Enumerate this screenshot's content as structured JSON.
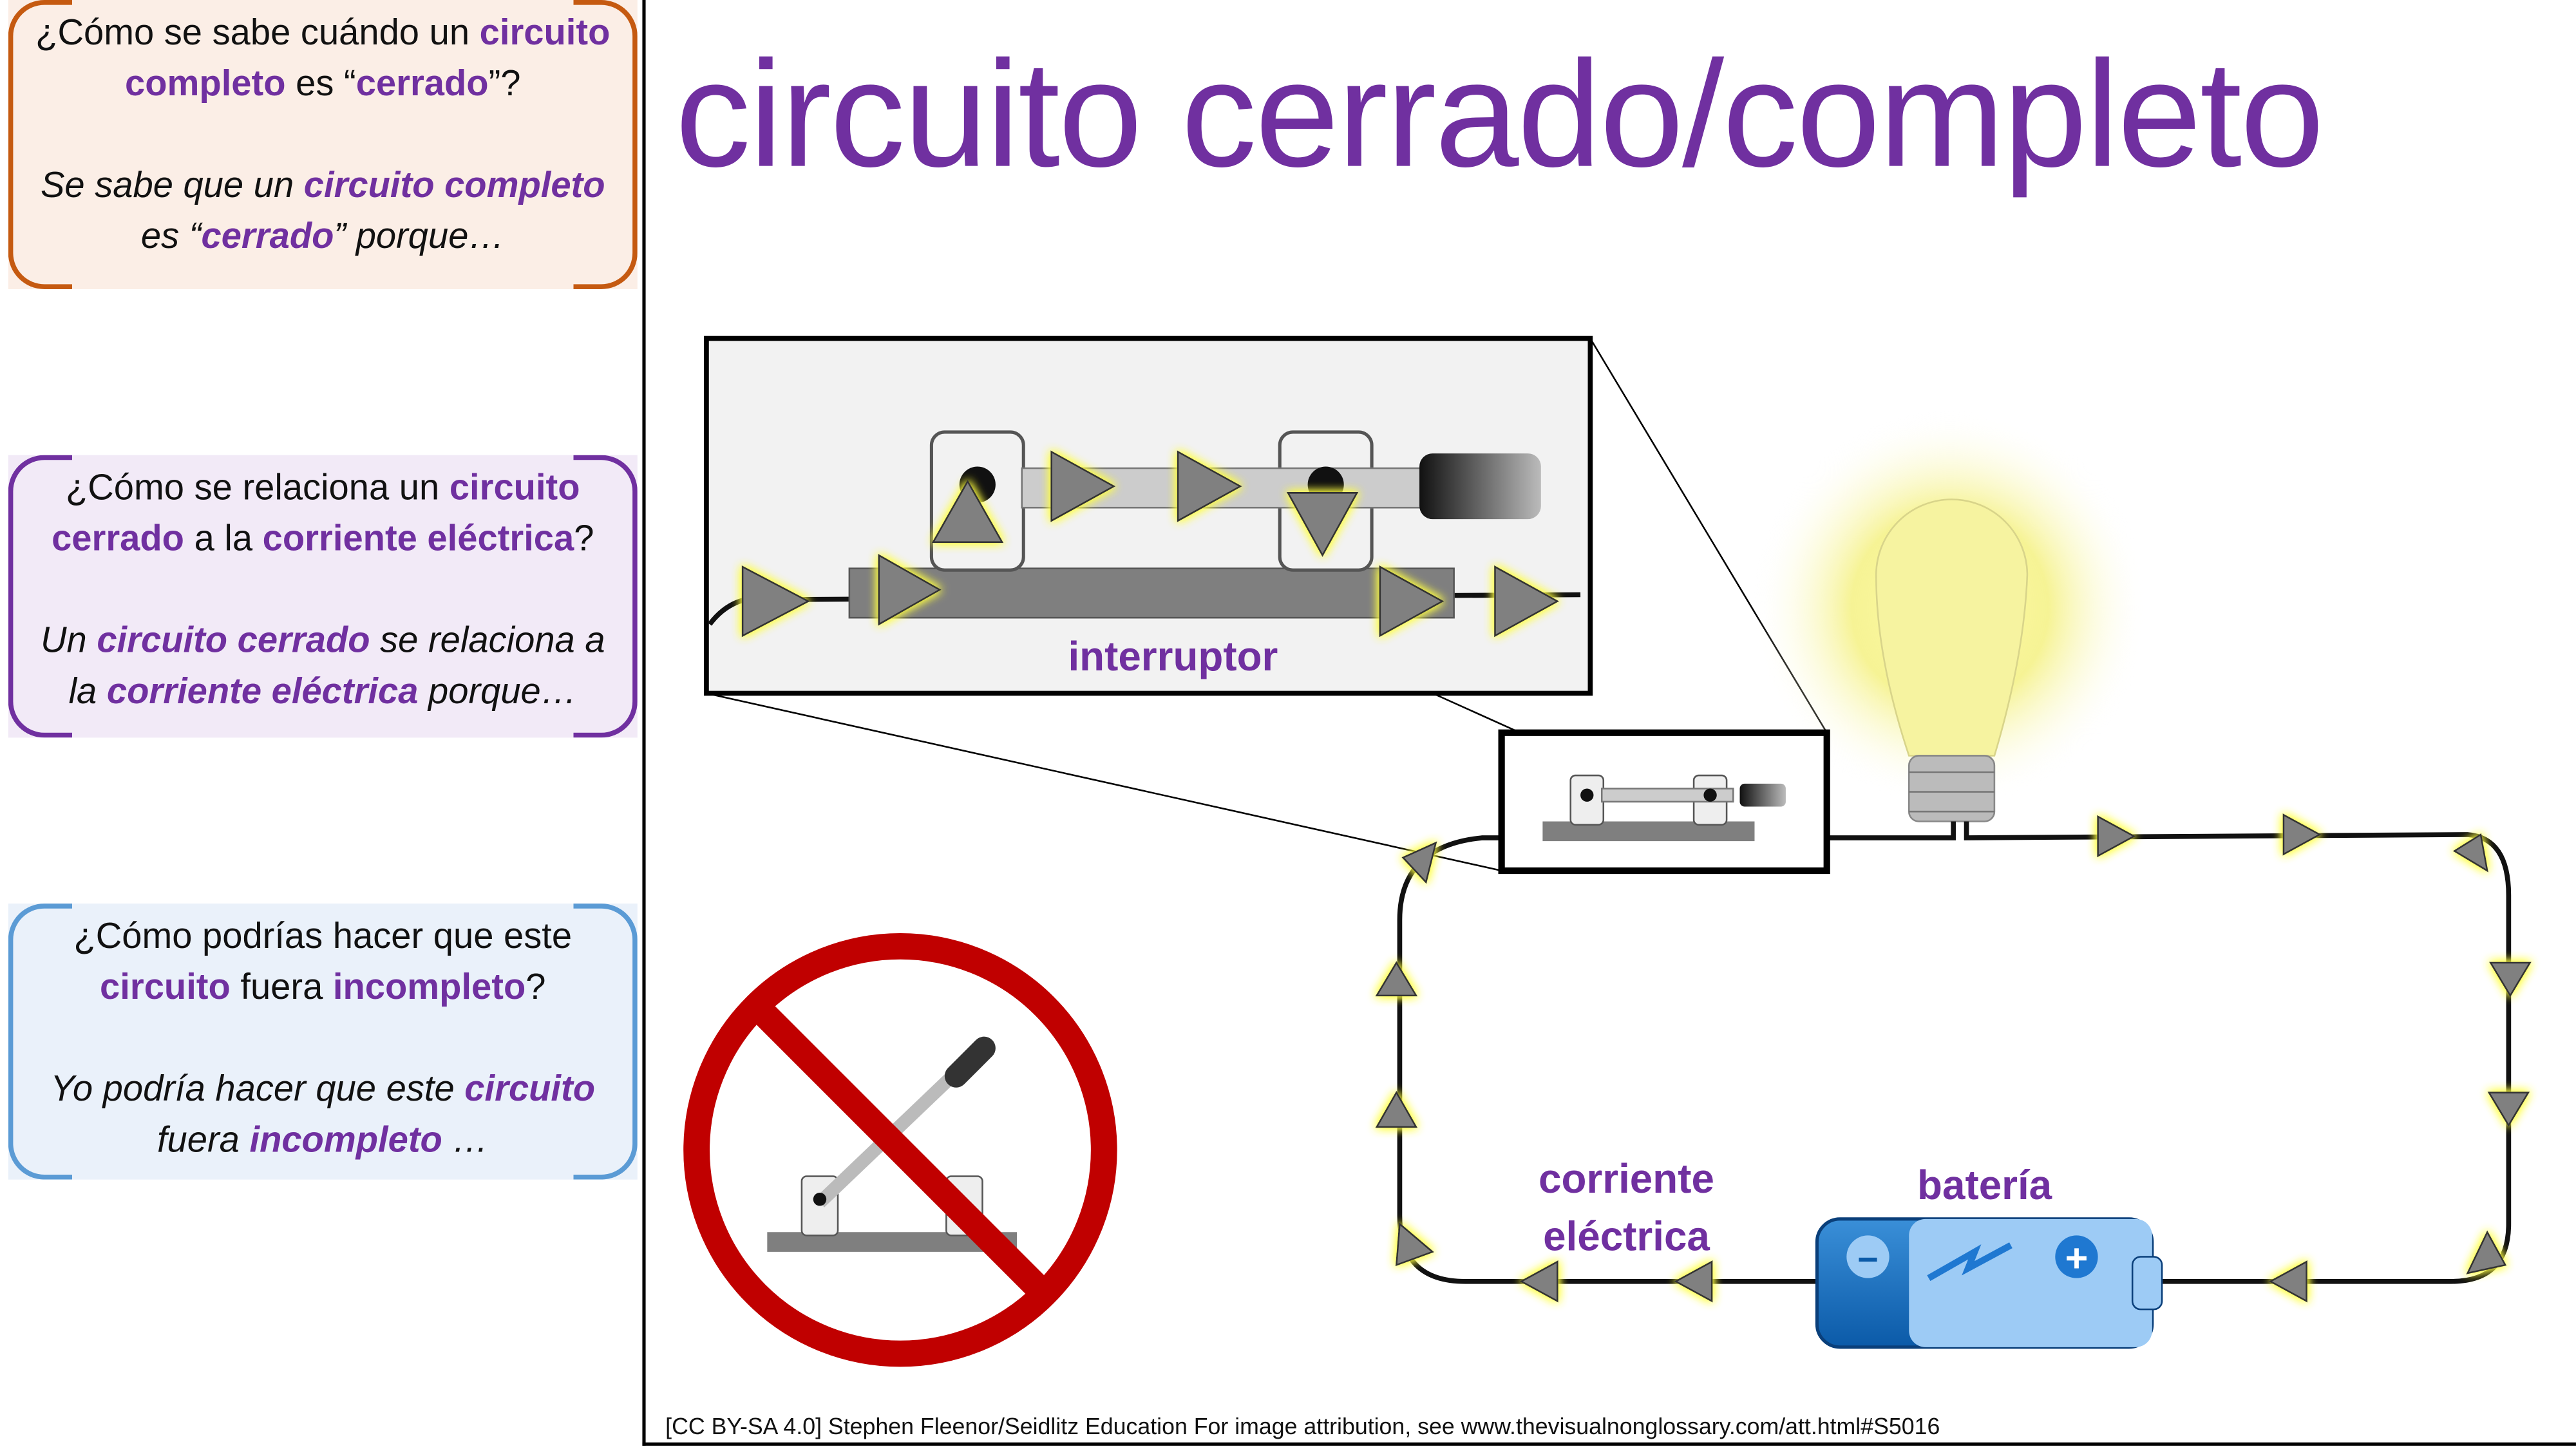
{
  "title": "circuito cerrado/completo",
  "panels": [
    {
      "q1": "¿Cómo se sabe cuándo un ",
      "q1h": "circuito",
      "q2h": "completo",
      "q2": " es “",
      "q2h2": "cerrado",
      "q2e": "”?",
      "a1": "Se sabe que un ",
      "a1h": "circuito completo",
      "a2": "es “",
      "a2h": "cerrado",
      "a2e": "” porque…"
    },
    {
      "q1": "¿Cómo se relaciona un ",
      "q1h": "circuito",
      "q2h": "cerrado",
      "q2": " a la ",
      "q2h2": "corriente eléctrica",
      "q2e": "?",
      "a1": "Un ",
      "a1h": "circuito cerrado",
      "a1e": " se relaciona a",
      "a2": "la ",
      "a2h": "corriente eléctrica",
      "a2e": " porque…"
    },
    {
      "q1": "¿Cómo podrías hacer que este",
      "q2h": "circuito",
      "q2": " fuera ",
      "q2h2": "incompleto",
      "q2e": "?",
      "a1": "Yo podría hacer que este ",
      "a1h": "circuito",
      "a2": "fuera ",
      "a2h": "incompleto",
      "a2e": " …"
    }
  ],
  "diagram": {
    "switch_label": "interruptor",
    "current_label_1": "corriente",
    "current_label_2": "eléctrica",
    "battery_label": "batería",
    "battery_minus": "−",
    "battery_plus": "+"
  },
  "credit": "[CC BY-SA 4.0] Stephen Fleenor/Seidlitz Education For image attribution, see www.thevisualnonglossary.com/att.html#S5016",
  "colors": {
    "accent": "#7030a0",
    "orange": "#c55a11",
    "blue": "#5b9bd5"
  }
}
